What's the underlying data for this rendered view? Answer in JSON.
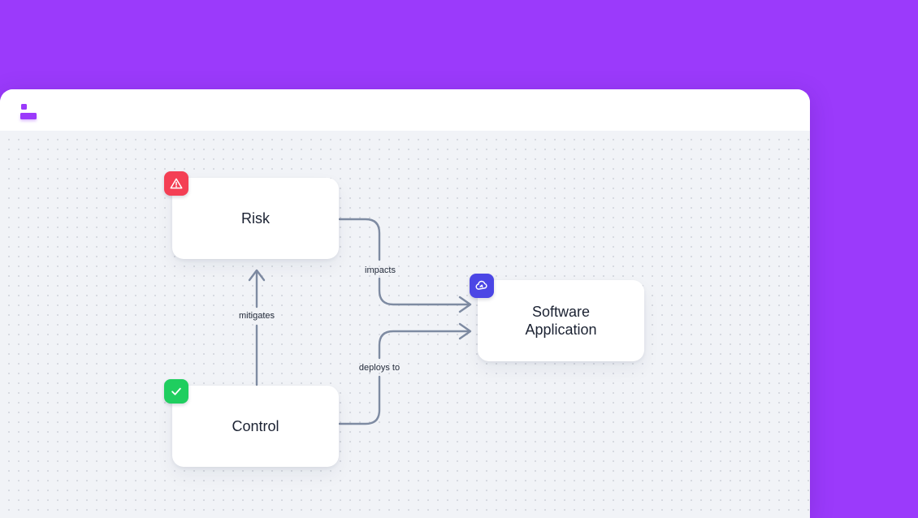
{
  "theme": {
    "page_background": "#9B3AFB",
    "card_background": "#FFFFFF",
    "canvas_background": "#F1F3F7",
    "canvas_dot_color": "#D7DAE1",
    "edge_color": "#7E8BA2",
    "node_text_color": "#1B2232",
    "logo_color": "#9B3AFB"
  },
  "diagram": {
    "nodes": [
      {
        "id": "risk",
        "label": "Risk",
        "badge_icon": "warning-triangle-icon",
        "badge_color": "#F43F54"
      },
      {
        "id": "control",
        "label": "Control",
        "badge_icon": "check-icon",
        "badge_color": "#1FCE5F"
      },
      {
        "id": "software_application",
        "label": "Software Application",
        "badge_icon": "cloud-icon",
        "badge_color": "#4B46E5"
      }
    ],
    "edges": [
      {
        "from": "risk",
        "to": "software_application",
        "label": "impacts"
      },
      {
        "from": "control",
        "to": "risk",
        "label": "mitigates"
      },
      {
        "from": "control",
        "to": "software_application",
        "label": "deploys to"
      }
    ]
  }
}
